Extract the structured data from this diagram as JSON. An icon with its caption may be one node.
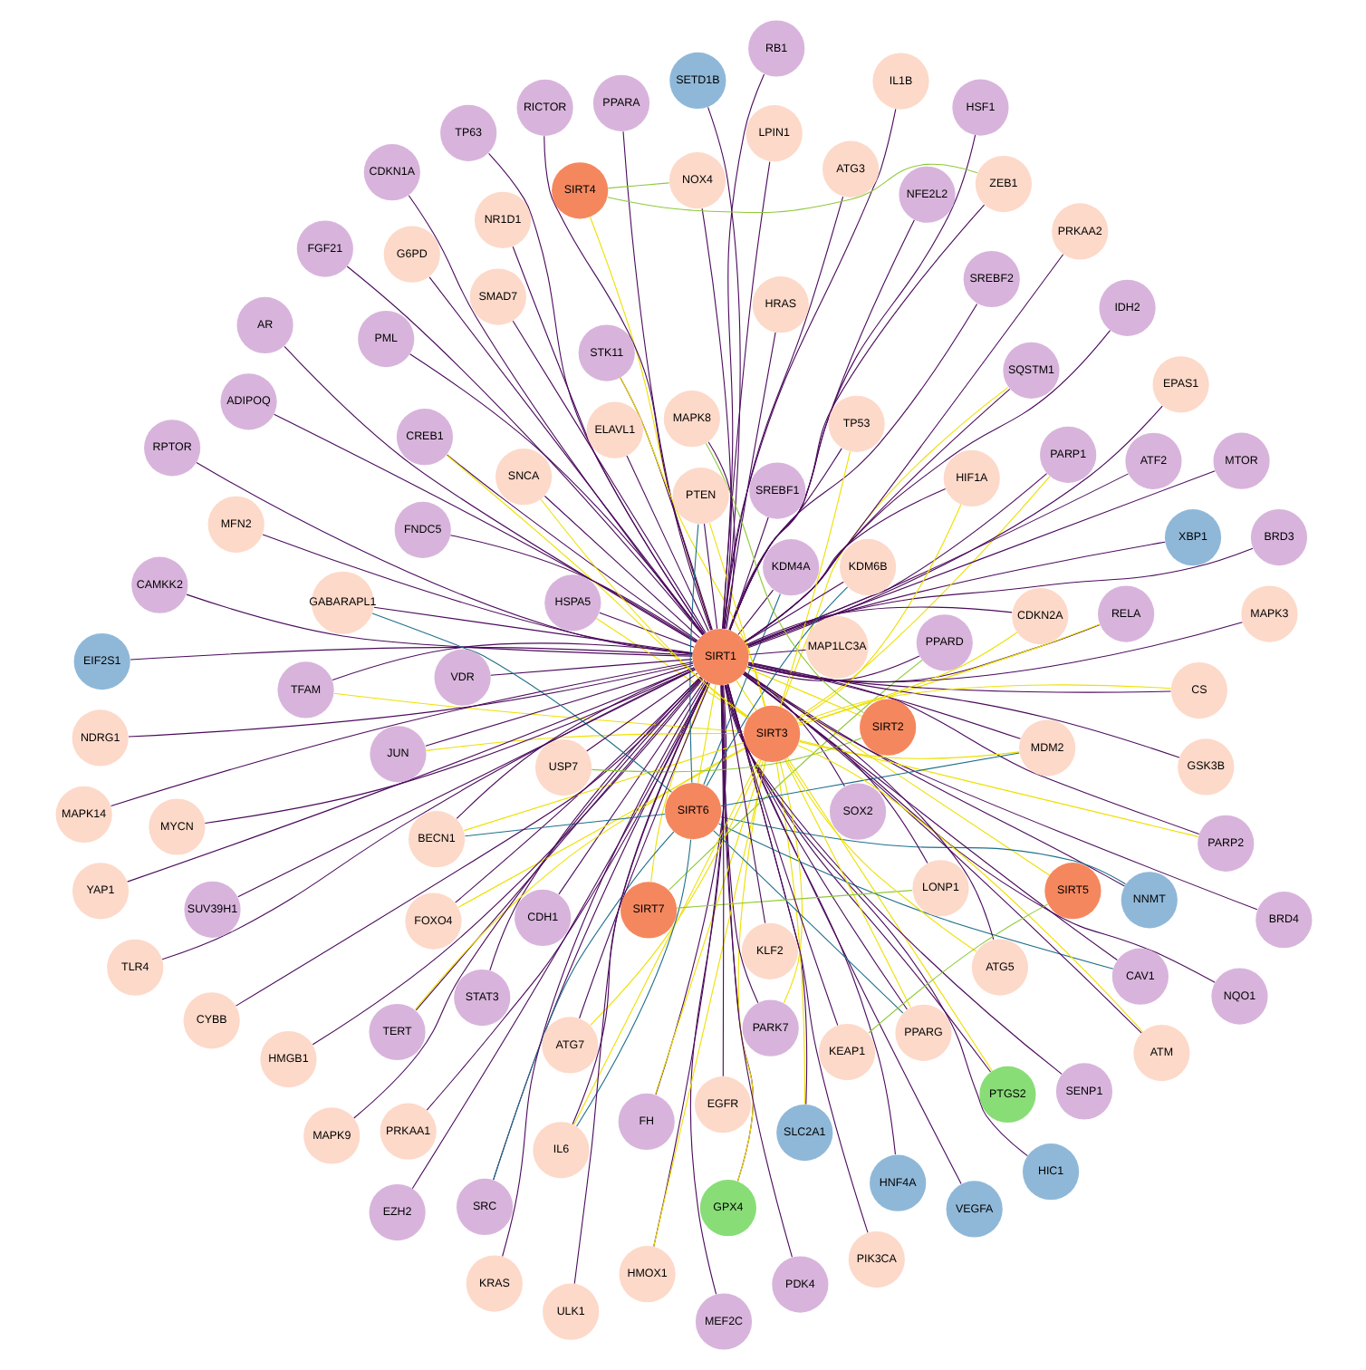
{
  "diagram": {
    "nodes": [
      {
        "text": [
          "SIRT1"
        ]
      },
      {
        "text": [
          "SIRT2"
        ]
      },
      {
        "text": [
          "SIRT3"
        ]
      },
      {
        "text": [
          "SIRT4"
        ]
      },
      {
        "text": [
          "SIRT5"
        ]
      },
      {
        "text": [
          "SIRT6"
        ]
      },
      {
        "text": [
          "SIRT7"
        ]
      },
      {
        "text": [
          "PTGS2"
        ]
      },
      {
        "text": [
          "GPX4"
        ]
      },
      {
        "text": [
          "VEGFA"
        ]
      },
      {
        "text": [
          "SLC2A1"
        ]
      },
      {
        "text": [
          "EIF2S1"
        ]
      },
      {
        "text": [
          "NNMT"
        ]
      },
      {
        "text": [
          "XBP1"
        ]
      },
      {
        "text": [
          "SETD1B"
        ]
      },
      {
        "text": [
          "HNF4A"
        ]
      },
      {
        "text": [
          "HIC1"
        ]
      },
      {
        "text": [
          "AR"
        ]
      },
      {
        "text": [
          "RPTOR"
        ]
      },
      {
        "text": [
          "FNDC5"
        ]
      },
      {
        "text": [
          "CDH1"
        ]
      },
      {
        "text": [
          "STAT3"
        ]
      },
      {
        "text": [
          "SREBF2"
        ]
      },
      {
        "text": [
          "SQSTM1"
        ]
      },
      {
        "text": [
          "RICTOR"
        ]
      },
      {
        "text": [
          "PDK4"
        ]
      },
      {
        "text": [
          "PARP1"
        ]
      },
      {
        "text": [
          "HSPA5"
        ]
      },
      {
        "text": [
          "FH"
        ]
      },
      {
        "text": [
          "CAV1"
        ]
      },
      {
        "text": [
          "SREBF1"
        ]
      },
      {
        "text": [
          "SOX2"
        ]
      },
      {
        "text": [
          "SRC"
        ]
      },
      {
        "text": [
          "CREB1"
        ]
      },
      {
        "text": [
          "PPARD"
        ]
      },
      {
        "text": [
          "PARK7"
        ]
      },
      {
        "text": [
          "KDM4A"
        ]
      },
      {
        "text": [
          "HSF1"
        ]
      },
      {
        "text": [
          "CAMKK2"
        ]
      },
      {
        "text": [
          "TFAM"
        ]
      },
      {
        "text": [
          "TP63"
        ]
      },
      {
        "text": [
          "FGF21"
        ]
      },
      {
        "text": [
          "VDR"
        ]
      },
      {
        "text": [
          "MTOR"
        ]
      },
      {
        "text": [
          "BRD4"
        ]
      },
      {
        "text": [
          "SUV39H1"
        ]
      },
      {
        "text": [
          "NQO1"
        ]
      },
      {
        "text": [
          "SENP1"
        ]
      },
      {
        "text": [
          "RELA"
        ]
      },
      {
        "text": [
          "PARP2"
        ]
      },
      {
        "text": [
          "JUN"
        ]
      },
      {
        "text": [
          "BRD3"
        ]
      },
      {
        "text": [
          "RB1"
        ]
      },
      {
        "text": [
          "PPARA"
        ]
      },
      {
        "text": [
          "NFE2L2"
        ]
      },
      {
        "text": [
          "MEF2C"
        ]
      },
      {
        "text": [
          "EZH2"
        ]
      },
      {
        "text": [
          "CDKN1A"
        ]
      },
      {
        "text": [
          "ATF2"
        ]
      },
      {
        "text": [
          "ADIPOQ"
        ]
      },
      {
        "text": [
          "PML"
        ]
      },
      {
        "text": [
          "STK11"
        ]
      },
      {
        "text": [
          "TERT"
        ]
      },
      {
        "text": [
          "IDH2"
        ]
      },
      {
        "text": [
          "GSK3B"
        ]
      },
      {
        "text": [
          "FOXO4"
        ]
      },
      {
        "text": [
          "MAP1LC3A"
        ]
      },
      {
        "text": [
          "EPAS1"
        ]
      },
      {
        "text": [
          "PIK3CA"
        ]
      },
      {
        "text": [
          "MYCN"
        ]
      },
      {
        "text": [
          "HMOX1"
        ]
      },
      {
        "text": [
          "LPIN1"
        ]
      },
      {
        "text": [
          "ELAVL1"
        ]
      },
      {
        "text": [
          "BECN1"
        ]
      },
      {
        "text": [
          "ATG7"
        ]
      },
      {
        "text": [
          "PPARG"
        ]
      },
      {
        "text": [
          "KDM6B"
        ]
      },
      {
        "text": [
          "IL6"
        ]
      },
      {
        "text": [
          "HMGB1"
        ]
      },
      {
        "text": [
          "MDM2"
        ]
      },
      {
        "text": [
          "GABARAPL1"
        ]
      },
      {
        "text": [
          "MAPK9"
        ]
      },
      {
        "text": [
          "LONP1"
        ]
      },
      {
        "text": [
          "EGFR"
        ]
      },
      {
        "text": [
          "PTEN"
        ]
      },
      {
        "text": [
          "NR1D1"
        ]
      },
      {
        "text": [
          "HRAS"
        ]
      },
      {
        "text": [
          "G6PD"
        ]
      },
      {
        "text": [
          "SMAD7"
        ]
      },
      {
        "text": [
          "KRAS"
        ]
      },
      {
        "text": [
          "IL1B"
        ]
      },
      {
        "text": [
          "CYBB"
        ]
      },
      {
        "text": [
          "PRKAA2"
        ]
      },
      {
        "text": [
          "MAPK8"
        ]
      },
      {
        "text": [
          "USP7"
        ]
      },
      {
        "text": [
          "ULK1"
        ]
      },
      {
        "text": [
          "KLF2"
        ]
      },
      {
        "text": [
          "ATM"
        ]
      },
      {
        "text": [
          "ATG5"
        ]
      },
      {
        "text": [
          "PRKAA1"
        ]
      },
      {
        "text": [
          "HIF1A"
        ]
      },
      {
        "text": [
          "TP53"
        ]
      },
      {
        "text": [
          "YAP1"
        ]
      },
      {
        "text": [
          "TLR4"
        ]
      },
      {
        "text": [
          "MFN2"
        ]
      },
      {
        "text": [
          "MAPK3"
        ]
      },
      {
        "text": [
          "CS"
        ]
      },
      {
        "text": [
          "CDKN2A"
        ]
      },
      {
        "text": [
          "ATG3"
        ]
      },
      {
        "text": [
          "NOX4"
        ]
      },
      {
        "text": [
          "KEAP1"
        ]
      },
      {
        "text": [
          "ZEB1"
        ]
      },
      {
        "text": [
          "SNCA"
        ]
      },
      {
        "text": [
          "MAPK14"
        ]
      },
      {
        "text": [
          "NDRG1"
        ]
      }
    ],
    "edges": [
      {
        "from": 1,
        "to": 0,
        "arrow": "none",
        "color": "#eee000"
      },
      {
        "from": 2,
        "to": 0,
        "arrow": "none",
        "color": "#eee000"
      },
      {
        "from": 3,
        "to": 0,
        "arrow": "none",
        "color": "#eee000"
      },
      {
        "from": 4,
        "to": 0,
        "arrow": "none",
        "color": "#eee000"
      },
      {
        "from": 5,
        "to": 0,
        "arrow": "none",
        "color": "#eee000"
      },
      {
        "from": 6,
        "to": 0,
        "arrow": "none",
        "color": "#eee000"
      },
      {
        "from": 7,
        "to": 0,
        "arrow": "none"
      },
      {
        "from": 8,
        "to": 0,
        "arrow": "none"
      },
      {
        "from": 9,
        "to": 0,
        "arrow": "none"
      },
      {
        "from": 10,
        "to": 0,
        "arrow": "none"
      },
      {
        "from": 11,
        "to": 0,
        "arrow": "none"
      },
      {
        "from": 12,
        "to": 0,
        "arrow": "none"
      },
      {
        "from": 13,
        "to": 0,
        "arrow": "none"
      },
      {
        "from": 14,
        "to": 0,
        "arrow": "none"
      },
      {
        "from": 15,
        "to": 0,
        "arrow": "none"
      },
      {
        "from": 16,
        "to": 0,
        "arrow": "none"
      },
      {
        "from": 17,
        "to": 0,
        "arrow": "none"
      },
      {
        "from": 18,
        "to": 0,
        "arrow": "none"
      },
      {
        "from": 19,
        "to": 0,
        "arrow": "none"
      },
      {
        "from": 20,
        "to": 0,
        "arrow": "none"
      },
      {
        "from": 21,
        "to": 0,
        "arrow": "none"
      },
      {
        "from": 22,
        "to": 0,
        "arrow": "none"
      },
      {
        "from": 23,
        "to": 0,
        "arrow": "none"
      },
      {
        "from": 24,
        "to": 0,
        "arrow": "none"
      },
      {
        "from": 25,
        "to": 0,
        "arrow": "none"
      },
      {
        "from": 26,
        "to": 0,
        "arrow": "none"
      },
      {
        "from": 27,
        "to": 0,
        "arrow": "none"
      },
      {
        "from": 28,
        "to": 0,
        "arrow": "none"
      },
      {
        "from": 29,
        "to": 0,
        "arrow": "none"
      },
      {
        "from": 30,
        "to": 0,
        "arrow": "none"
      },
      {
        "from": 31,
        "to": 0,
        "arrow": "none"
      },
      {
        "from": 32,
        "to": 0,
        "arrow": "none"
      },
      {
        "from": 33,
        "to": 0,
        "arrow": "none"
      },
      {
        "from": 34,
        "to": 0,
        "arrow": "none"
      },
      {
        "from": 35,
        "to": 0,
        "arrow": "none"
      },
      {
        "from": 36,
        "to": 0,
        "arrow": "none"
      },
      {
        "from": 37,
        "to": 0,
        "arrow": "none"
      },
      {
        "from": 38,
        "to": 0,
        "arrow": "none"
      },
      {
        "from": 39,
        "to": 0,
        "arrow": "none"
      },
      {
        "from": 40,
        "to": 0,
        "arrow": "none"
      },
      {
        "from": 41,
        "to": 0,
        "arrow": "none"
      },
      {
        "from": 42,
        "to": 0,
        "arrow": "none"
      },
      {
        "from": 43,
        "to": 0,
        "arrow": "none"
      },
      {
        "from": 44,
        "to": 0,
        "arrow": "none"
      },
      {
        "from": 45,
        "to": 0,
        "arrow": "none"
      },
      {
        "from": 46,
        "to": 0,
        "arrow": "none"
      },
      {
        "from": 47,
        "to": 0,
        "arrow": "none"
      },
      {
        "from": 48,
        "to": 0,
        "arrow": "none"
      },
      {
        "from": 49,
        "to": 0,
        "arrow": "none"
      },
      {
        "from": 50,
        "to": 0,
        "arrow": "none"
      },
      {
        "from": 51,
        "to": 0,
        "arrow": "none"
      },
      {
        "from": 52,
        "to": 0,
        "arrow": "none"
      },
      {
        "from": 53,
        "to": 0,
        "arrow": "none"
      },
      {
        "from": 54,
        "to": 0,
        "arrow": "none"
      },
      {
        "from": 55,
        "to": 0,
        "arrow": "none"
      },
      {
        "from": 56,
        "to": 0,
        "arrow": "none"
      },
      {
        "from": 57,
        "to": 0,
        "arrow": "none"
      },
      {
        "from": 58,
        "to": 0,
        "arrow": "none"
      },
      {
        "from": 59,
        "to": 0,
        "arrow": "none"
      },
      {
        "from": 60,
        "to": 0,
        "arrow": "none"
      },
      {
        "from": 61,
        "to": 0,
        "arrow": "none"
      },
      {
        "from": 62,
        "to": 0,
        "arrow": "none"
      },
      {
        "from": 63,
        "to": 0,
        "arrow": "none"
      },
      {
        "from": 64,
        "to": 0,
        "arrow": "none"
      },
      {
        "from": 65,
        "to": 0,
        "arrow": "none"
      },
      {
        "from": 66,
        "to": 0,
        "arrow": "none"
      },
      {
        "from": 67,
        "to": 0,
        "arrow": "none"
      },
      {
        "from": 68,
        "to": 0,
        "arrow": "none"
      },
      {
        "from": 69,
        "to": 0,
        "arrow": "none"
      },
      {
        "from": 70,
        "to": 0,
        "arrow": "none"
      },
      {
        "from": 71,
        "to": 0,
        "arrow": "none"
      },
      {
        "from": 72,
        "to": 0,
        "arrow": "none"
      },
      {
        "from": 73,
        "to": 0,
        "arrow": "none"
      },
      {
        "from": 74,
        "to": 0,
        "arrow": "none"
      },
      {
        "from": 75,
        "to": 0,
        "arrow": "none"
      },
      {
        "from": 76,
        "to": 0,
        "arrow": "none"
      },
      {
        "from": 77,
        "to": 0,
        "arrow": "none"
      },
      {
        "from": 78,
        "to": 0,
        "arrow": "none"
      },
      {
        "from": 79,
        "to": 0,
        "arrow": "none"
      },
      {
        "from": 80,
        "to": 0,
        "arrow": "none"
      },
      {
        "from": 81,
        "to": 0,
        "arrow": "none"
      },
      {
        "from": 82,
        "to": 0,
        "arrow": "none"
      },
      {
        "from": 83,
        "to": 0,
        "arrow": "none"
      },
      {
        "from": 84,
        "to": 0,
        "arrow": "none"
      },
      {
        "from": 85,
        "to": 0,
        "arrow": "none"
      },
      {
        "from": 86,
        "to": 0,
        "arrow": "none"
      },
      {
        "from": 87,
        "to": 0,
        "arrow": "none"
      },
      {
        "from": 88,
        "to": 0,
        "arrow": "none"
      },
      {
        "from": 89,
        "to": 0,
        "arrow": "none"
      },
      {
        "from": 90,
        "to": 0,
        "arrow": "none"
      },
      {
        "from": 91,
        "to": 0,
        "arrow": "none"
      },
      {
        "from": 92,
        "to": 0,
        "arrow": "none"
      },
      {
        "from": 93,
        "to": 0,
        "arrow": "none"
      },
      {
        "from": 94,
        "to": 0,
        "arrow": "none"
      },
      {
        "from": 95,
        "to": 0,
        "arrow": "none"
      },
      {
        "from": 96,
        "to": 0,
        "arrow": "none"
      },
      {
        "from": 97,
        "to": 0,
        "arrow": "none"
      },
      {
        "from": 98,
        "to": 0,
        "arrow": "none"
      },
      {
        "from": 99,
        "to": 0,
        "arrow": "none"
      },
      {
        "from": 100,
        "to": 0,
        "arrow": "none"
      },
      {
        "from": 101,
        "to": 0,
        "arrow": "none"
      },
      {
        "from": 102,
        "to": 0,
        "arrow": "none"
      },
      {
        "from": 103,
        "to": 0,
        "arrow": "none"
      },
      {
        "from": 104,
        "to": 0,
        "arrow": "none"
      },
      {
        "from": 105,
        "to": 0,
        "arrow": "none"
      },
      {
        "from": 106,
        "to": 0,
        "arrow": "none"
      },
      {
        "from": 107,
        "to": 0,
        "arrow": "none"
      },
      {
        "from": 108,
        "to": 0,
        "arrow": "none"
      },
      {
        "from": 109,
        "to": 0,
        "arrow": "none"
      },
      {
        "from": 110,
        "to": 0,
        "arrow": "none"
      },
      {
        "from": 111,
        "to": 0,
        "arrow": "none"
      },
      {
        "from": 112,
        "to": 0,
        "arrow": "none"
      },
      {
        "from": 113,
        "to": 0,
        "arrow": "none"
      },
      {
        "from": 114,
        "to": 0,
        "arrow": "none"
      },
      {
        "from": 7,
        "to": 2,
        "arrow": "none",
        "color": "#eee000"
      },
      {
        "from": 8,
        "to": 2,
        "arrow": "none",
        "color": "#eee000"
      },
      {
        "from": 10,
        "to": 2,
        "arrow": "none",
        "color": "#eee000"
      },
      {
        "from": 23,
        "to": 2,
        "arrow": "none",
        "color": "#eee000"
      },
      {
        "from": 26,
        "to": 2,
        "arrow": "none",
        "color": "#eee000"
      },
      {
        "from": 27,
        "to": 2,
        "arrow": "none",
        "color": "#eee000"
      },
      {
        "from": 28,
        "to": 2,
        "arrow": "none",
        "color": "#eee000"
      },
      {
        "from": 33,
        "to": 2,
        "arrow": "none",
        "color": "#eee000"
      },
      {
        "from": 35,
        "to": 2,
        "arrow": "none",
        "color": "#eee000"
      },
      {
        "from": 39,
        "to": 2,
        "arrow": "none",
        "color": "#eee000"
      },
      {
        "from": 48,
        "to": 2,
        "arrow": "none",
        "color": "#eee000"
      },
      {
        "from": 49,
        "to": 2,
        "arrow": "none",
        "color": "#eee000"
      },
      {
        "from": 50,
        "to": 2,
        "arrow": "none",
        "color": "#eee000"
      },
      {
        "from": 61,
        "to": 2,
        "arrow": "none",
        "color": "#eee000"
      },
      {
        "from": 62,
        "to": 2,
        "arrow": "none",
        "color": "#eee000"
      },
      {
        "from": 65,
        "to": 2,
        "arrow": "none",
        "color": "#eee000"
      },
      {
        "from": 70,
        "to": 2,
        "arrow": "none",
        "color": "#eee000"
      },
      {
        "from": 73,
        "to": 2,
        "arrow": "none",
        "color": "#eee000"
      },
      {
        "from": 74,
        "to": 2,
        "arrow": "none",
        "color": "#eee000"
      },
      {
        "from": 75,
        "to": 2,
        "arrow": "none",
        "color": "#eee000"
      },
      {
        "from": 77,
        "to": 2,
        "arrow": "none",
        "color": "#eee000"
      },
      {
        "from": 79,
        "to": 2,
        "arrow": "none",
        "color": "#eee000"
      },
      {
        "from": 84,
        "to": 2,
        "arrow": "none",
        "color": "#eee000"
      },
      {
        "from": 97,
        "to": 2,
        "arrow": "none",
        "color": "#eee000"
      },
      {
        "from": 98,
        "to": 2,
        "arrow": "none",
        "color": "#eee000"
      },
      {
        "from": 100,
        "to": 2,
        "arrow": "none",
        "color": "#eee000"
      },
      {
        "from": 101,
        "to": 2,
        "arrow": "none",
        "color": "#eee000"
      },
      {
        "from": 106,
        "to": 2,
        "arrow": "none",
        "color": "#eee000"
      },
      {
        "from": 107,
        "to": 2,
        "arrow": "none",
        "color": "#eee000"
      },
      {
        "from": 112,
        "to": 2,
        "arrow": "none",
        "color": "#eee000"
      },
      {
        "from": 29,
        "to": 5,
        "arrow": "none",
        "color": "#1f6f8b"
      },
      {
        "from": 32,
        "to": 5,
        "arrow": "none",
        "color": "#1f6f8b"
      },
      {
        "from": 36,
        "to": 5,
        "arrow": "none",
        "color": "#1f6f8b"
      },
      {
        "from": 12,
        "to": 5,
        "arrow": "none",
        "color": "#1f6f8b"
      },
      {
        "from": 73,
        "to": 5,
        "arrow": "none",
        "color": "#1f6f8b"
      },
      {
        "from": 75,
        "to": 5,
        "arrow": "none",
        "color": "#1f6f8b"
      },
      {
        "from": 76,
        "to": 5,
        "arrow": "none",
        "color": "#1f6f8b"
      },
      {
        "from": 77,
        "to": 5,
        "arrow": "none",
        "color": "#1f6f8b"
      },
      {
        "from": 79,
        "to": 5,
        "arrow": "none",
        "color": "#1f6f8b"
      },
      {
        "from": 80,
        "to": 5,
        "arrow": "none",
        "color": "#1f6f8b"
      },
      {
        "from": 84,
        "to": 5,
        "arrow": "none",
        "color": "#1f6f8b"
      },
      {
        "from": 82,
        "to": 6,
        "arrow": "none",
        "color": "#8fc93a"
      },
      {
        "from": 34,
        "to": 6,
        "arrow": "none",
        "color": "#8fc93a"
      },
      {
        "from": 93,
        "to": 1,
        "arrow": "none",
        "color": "#8fc93a"
      },
      {
        "from": 94,
        "to": 1,
        "arrow": "none",
        "color": "#8fc93a"
      },
      {
        "from": 110,
        "to": 4,
        "arrow": "none",
        "color": "#8fc93a"
      },
      {
        "from": 111,
        "to": 3,
        "arrow": "none",
        "color": "#8fc93a"
      },
      {
        "from": 109,
        "to": 3,
        "arrow": "none",
        "color": "#8fc93a"
      }
    ]
  }
}
